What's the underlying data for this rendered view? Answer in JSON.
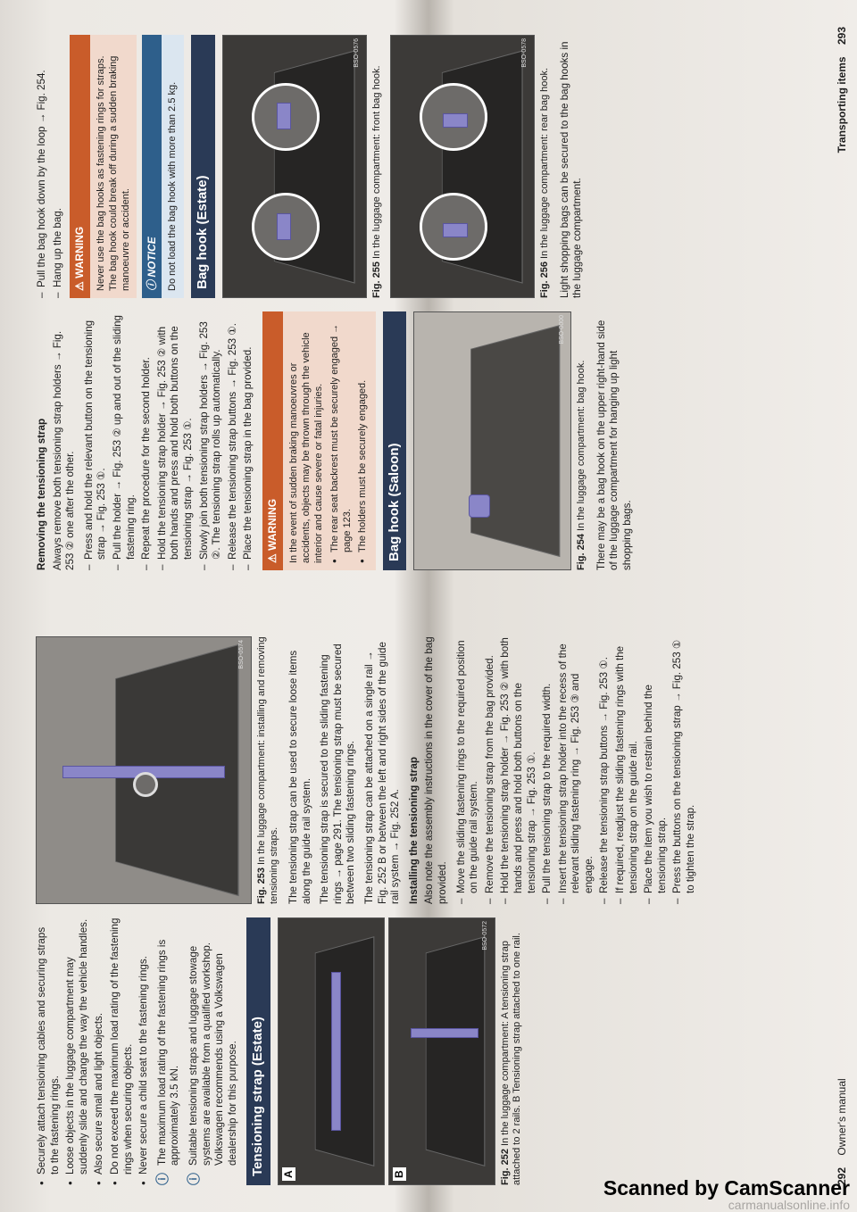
{
  "left": {
    "bullets": [
      "Securely attach tensioning cables and securing straps to the fastening rings.",
      "Loose objects in the luggage compartment may suddenly slide and change the way the vehicle handles.",
      "Also secure small and light objects.",
      "Do not exceed the maximum load rating of the fastening rings when securing objects.",
      "Never secure a child seat to the fastening rings."
    ],
    "tip1": "The maximum load rating of the fastening rings is approximately 3.5 kN.",
    "tip2": "Suitable tensioning straps and luggage stowage systems are available from a qualified workshop. Volkswagen recommends using a Volkswagen dealership for this purpose.",
    "section_title": "Tensioning strap (Estate)",
    "fig252_label_a": "A",
    "fig252_label_b": "B",
    "fig252_code": "BSO-0572",
    "fig252_num": "Fig. 252",
    "fig252_text": "In the luggage compartment: A tensioning strap attached to 2 rails. B Tensioning strap attached to one rail.",
    "fig253_code": "BSO-0574",
    "fig253_num": "Fig. 253",
    "fig253_text": "In the luggage compartment: installing and removing tensioning straps.",
    "para1": "The tensioning strap can be used to secure loose items along the guide rail system.",
    "para2": "The tensioning strap is secured to the sliding fastening rings → page 291. The tensioning strap must be secured between two sliding fastening rings.",
    "para3": "The tensioning strap can be attached on a single rail → Fig. 252 B or between the left and right sides of the guide rail system → Fig. 252 A.",
    "install_heading": "Installing the tensioning strap",
    "install_intro": "Also note the assembly instructions in the cover of the bag provided.",
    "install_steps": [
      "Move the sliding fastening rings to the required position on the guide rail system.",
      "Remove the tensioning strap from the bag provided.",
      "Hold the tensioning strap holder → Fig. 253 ② with both hands and press and hold both buttons on the tensioning strap → Fig. 253 ①.",
      "Pull the tensioning strap to the required width.",
      "Insert the tensioning strap holder into the recess of the relevant sliding fastening ring → Fig. 253 ③ and engage.",
      "Release the tensioning strap buttons → Fig. 253 ①.",
      "If required, readjust the sliding fastening rings with the tensioning strap on the guide rail.",
      "Place the item you wish to restrain behind the tensioning strap.",
      "Press the buttons on the tensioning strap → Fig. 253 ① to tighten the strap."
    ],
    "page_number": "292",
    "running_title": "Owner's manual"
  },
  "right": {
    "remove_heading": "Removing the tensioning strap",
    "remove_intro": "Always remove both tensioning strap holders → Fig. 253 ② one after the other.",
    "remove_steps": [
      "Press and hold the relevant button on the tensioning strap → Fig. 253 ①.",
      "Pull the holder → Fig. 253 ② up and out of the sliding fastening ring.",
      "Repeat the procedure for the second holder.",
      "Hold the tensioning strap holder → Fig. 253 ② with both hands and press and hold both buttons on the tensioning strap → Fig. 253 ①.",
      "Slowly join both tensioning strap holders → Fig. 253 ②. The tensioning strap rolls up automatically.",
      "Release the tensioning strap buttons → Fig. 253 ①.",
      "Place the tensioning strap in the bag provided."
    ],
    "warning1_title": "WARNING",
    "warning1_text": "In the event of sudden braking manoeuvres or accidents, objects may be thrown through the vehicle interior and cause severe or fatal injuries.",
    "warning1_bullets": [
      "The rear seat backrest must be securely engaged → page 123.",
      "The holders must be securely engaged."
    ],
    "section_saloon": "Bag hook (Saloon)",
    "fig254_code": "BSO-0000",
    "fig254_num": "Fig. 254",
    "fig254_text": "In the luggage compartment: bag hook.",
    "saloon_text": "There may be a bag hook on the upper right-hand side of the luggage compartment for hanging up light shopping bags.",
    "hang_steps": [
      "Pull the bag hook down by the loop → Fig. 254.",
      "Hang up the bag."
    ],
    "warning2_title": "WARNING",
    "warning2_text": "Never use the bag hooks as fastening rings for straps. The bag hook could break off during a sudden braking manoeuvre or accident.",
    "notice_title": "NOTICE",
    "notice_text": "Do not load the bag hook with more than 2.5 kg.",
    "section_estate": "Bag hook (Estate)",
    "fig255_code": "BSO-0576",
    "fig255_num": "Fig. 255",
    "fig255_text": "In the luggage compartment: front bag hook.",
    "fig256_code": "BSO-0578",
    "fig256_num": "Fig. 256",
    "fig256_text": "In the luggage compartment: rear bag hook.",
    "estate_text": "Light shopping bags can be secured to the bag hooks in the luggage compartment.",
    "running_title": "Transporting items",
    "page_number": "293"
  },
  "watermark": {
    "scanner": "Scanned by CamScanner",
    "url": "carmanualsonline.info"
  },
  "colors": {
    "section_band": "#2a3a56",
    "warning": "#c95c2a",
    "notice": "#2e5f8b",
    "strap": "#8a86c8"
  }
}
